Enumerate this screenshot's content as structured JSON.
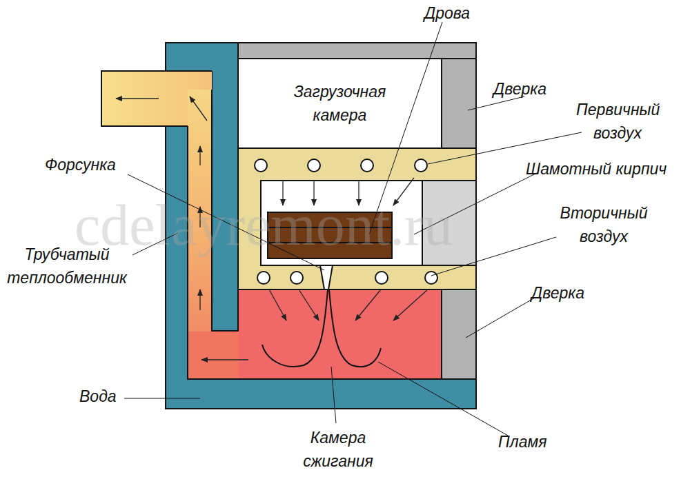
{
  "diagram": {
    "nodes": [
      {
        "text": [
          "Загрузочная камера"
        ]
      }
    ],
    "labels": [
      "Дрова",
      "Дверка",
      "Первичный воздух",
      "Шамотный кирпич",
      "Вторичный воздух",
      "Дверка",
      "Форсунка",
      "Трубчатый теплообменник",
      "Вода",
      "Камера сжигания",
      "Пламя",
      "cdelayremont.ru"
    ]
  }
}
